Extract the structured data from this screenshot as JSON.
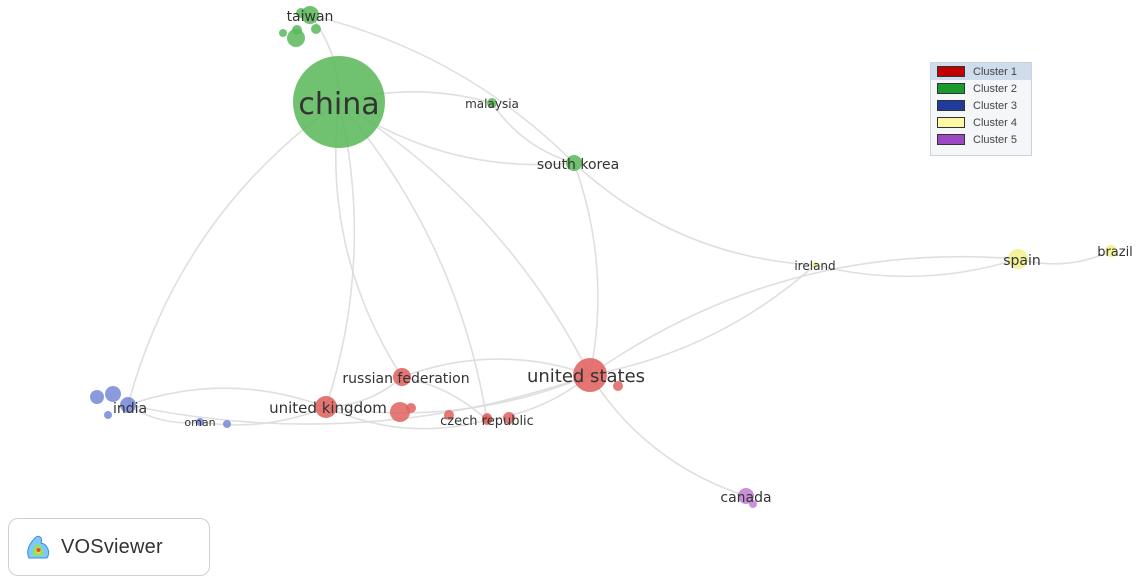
{
  "clusters": [
    {
      "label": "Cluster 1",
      "color": "#e0625f",
      "swatch": "#c00000"
    },
    {
      "label": "Cluster 2",
      "color": "#5cb85c",
      "swatch": "#1a9a2c"
    },
    {
      "label": "Cluster 3",
      "color": "#7788d8",
      "swatch": "#1f3c9c"
    },
    {
      "label": "Cluster 4",
      "color": "#f3f08c",
      "swatch": "#fbf7a5"
    },
    {
      "label": "Cluster 5",
      "color": "#c17fd4",
      "swatch": "#9b48c2"
    }
  ],
  "nodes": [
    {
      "id": "china",
      "label": "china",
      "cluster": 2
    },
    {
      "id": "taiwan",
      "label": "taiwan",
      "cluster": 2
    },
    {
      "id": "malaysia",
      "label": "malaysia",
      "cluster": 2
    },
    {
      "id": "south-korea",
      "label": "south korea",
      "cluster": 2
    },
    {
      "id": "ireland",
      "label": "ireland",
      "cluster": 4
    },
    {
      "id": "spain",
      "label": "spain",
      "cluster": 4
    },
    {
      "id": "brazil",
      "label": "brazil",
      "cluster": 4
    },
    {
      "id": "united-states",
      "label": "united states",
      "cluster": 1
    },
    {
      "id": "russian-federation",
      "label": "russian federation",
      "cluster": 1
    },
    {
      "id": "united-kingdom",
      "label": "united kingdom",
      "cluster": 1
    },
    {
      "id": "czech-republic",
      "label": "czech republic",
      "cluster": 1
    },
    {
      "id": "india",
      "label": "india",
      "cluster": 3
    },
    {
      "id": "oman",
      "label": "oman",
      "cluster": 3
    },
    {
      "id": "canada",
      "label": "canada",
      "cluster": 5
    }
  ],
  "edges": [
    [
      "china",
      "taiwan"
    ],
    [
      "china",
      "malaysia"
    ],
    [
      "china",
      "south-korea"
    ],
    [
      "china",
      "united-states"
    ],
    [
      "china",
      "russian-federation"
    ],
    [
      "china",
      "united-kingdom"
    ],
    [
      "china",
      "india"
    ],
    [
      "china",
      "czech-republic"
    ],
    [
      "malaysia",
      "south-korea"
    ],
    [
      "south-korea",
      "united-states"
    ],
    [
      "south-korea",
      "ireland"
    ],
    [
      "ireland",
      "united-states"
    ],
    [
      "spain",
      "united-states"
    ],
    [
      "spain",
      "ireland"
    ],
    [
      "spain",
      "brazil"
    ],
    [
      "united-states",
      "united-kingdom"
    ],
    [
      "united-states",
      "russian-federation"
    ],
    [
      "united-states",
      "czech-republic"
    ],
    [
      "united-states",
      "canada"
    ],
    [
      "united-states",
      "india"
    ],
    [
      "united-kingdom",
      "india"
    ],
    [
      "united-kingdom",
      "oman"
    ],
    [
      "united-kingdom",
      "czech-republic"
    ],
    [
      "russian-federation",
      "czech-republic"
    ],
    [
      "united-kingdom",
      "russian-federation"
    ],
    [
      "taiwan",
      "south-korea"
    ],
    [
      "india",
      "oman"
    ]
  ],
  "brand": {
    "name": "VOSviewer"
  }
}
